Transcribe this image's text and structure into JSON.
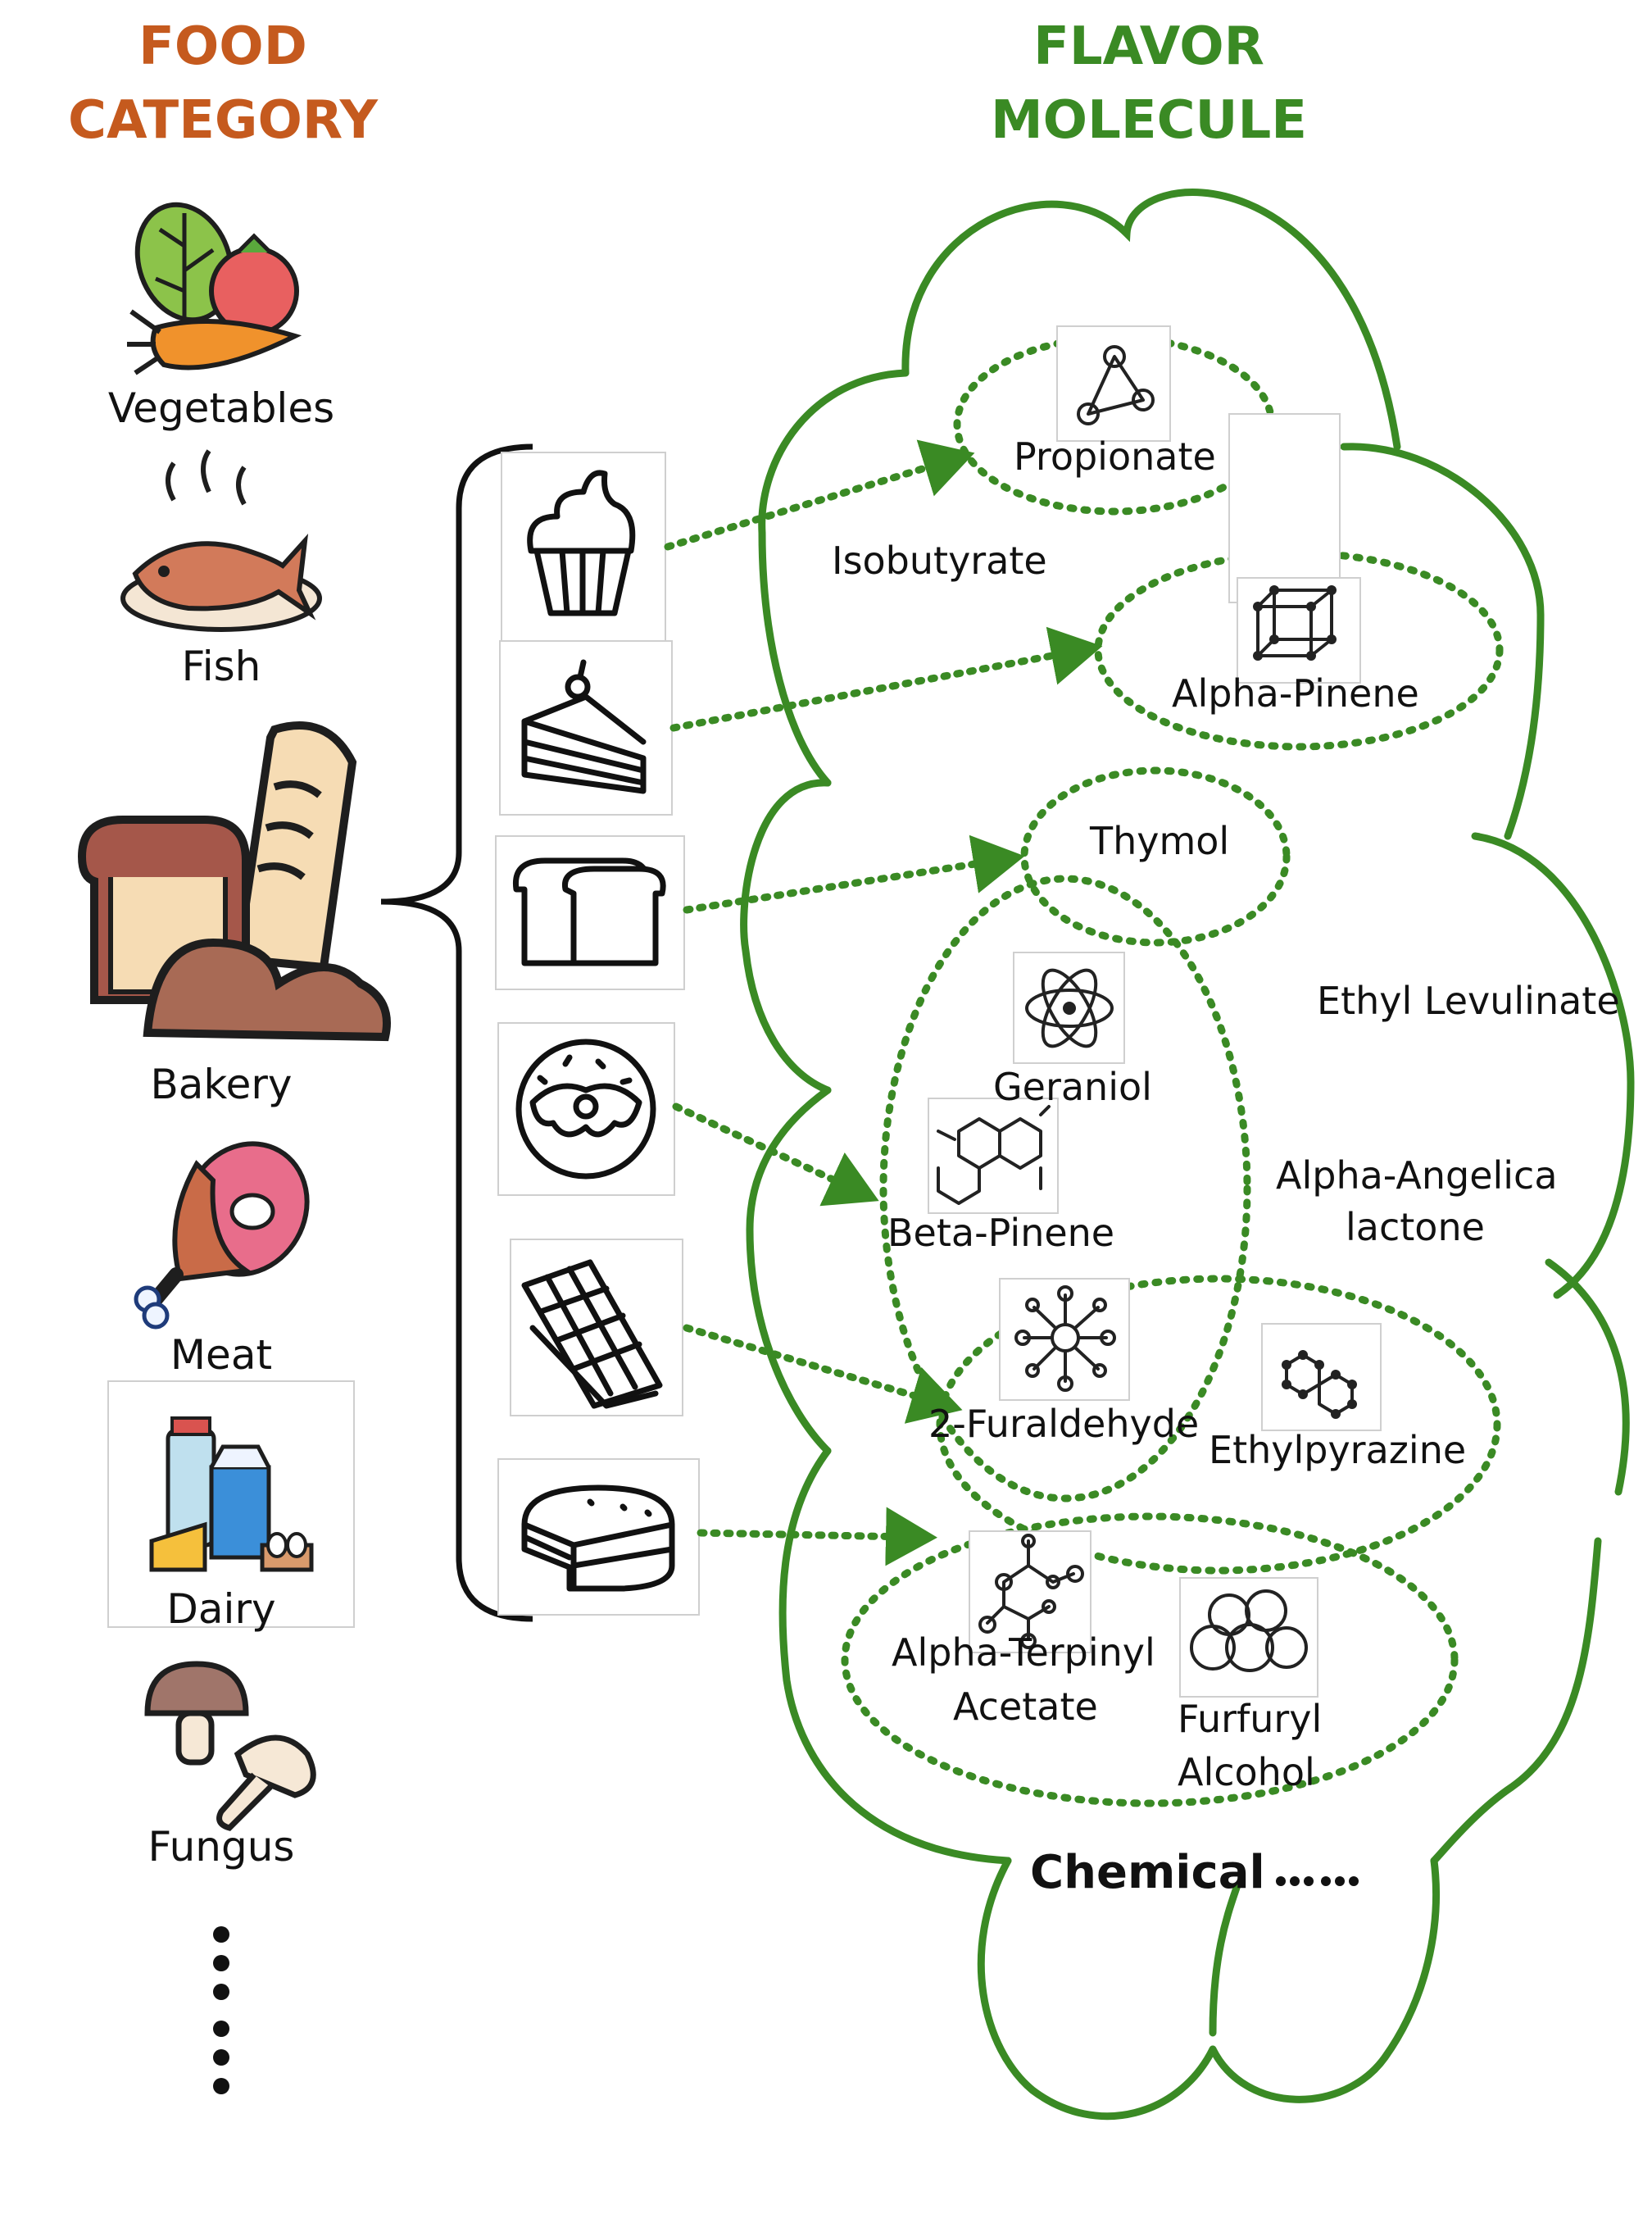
{
  "headings": {
    "food_line1": "FOOD",
    "food_line2": "CATEGORY",
    "flavor_line1": "FLAVOR",
    "flavor_line2": "MOLECULE"
  },
  "colors": {
    "food_heading": "#c55a1e",
    "flavor_heading": "#3a8a24",
    "dotted_green": "#3a8a24"
  },
  "categories": [
    "Vegetables",
    "Fish",
    "Bakery",
    "Meat",
    "Dairy",
    "Fungus"
  ],
  "bakery_items": [
    "cupcake-icon",
    "cake-slice-icon",
    "bread-loaf-icon",
    "donut-icon",
    "chocolate-bar-icon",
    "cheesecake-icon"
  ],
  "molecules": {
    "propionate": "Propionate",
    "isobutyrate": "Isobutyrate",
    "alpha_pinene": "Alpha-Pinene",
    "thymol": "Thymol",
    "ethyl_levulinate": "Ethyl Levulinate",
    "geraniol": "Geraniol",
    "alpha_angelica_1": "Alpha-Angelica",
    "alpha_angelica_2": "lactone",
    "beta_pinene": "Beta-Pinene",
    "furaldehyde": "2-Furaldehyde",
    "ethylpyrazine": "Ethylpyrazine",
    "alpha_terpinyl_1": "Alpha-Terpinyl",
    "alpha_terpinyl_2": "Acetate",
    "furfuryl_1": "Furfuryl",
    "furfuryl_2": "Alcohol",
    "chemical": "Chemical"
  }
}
